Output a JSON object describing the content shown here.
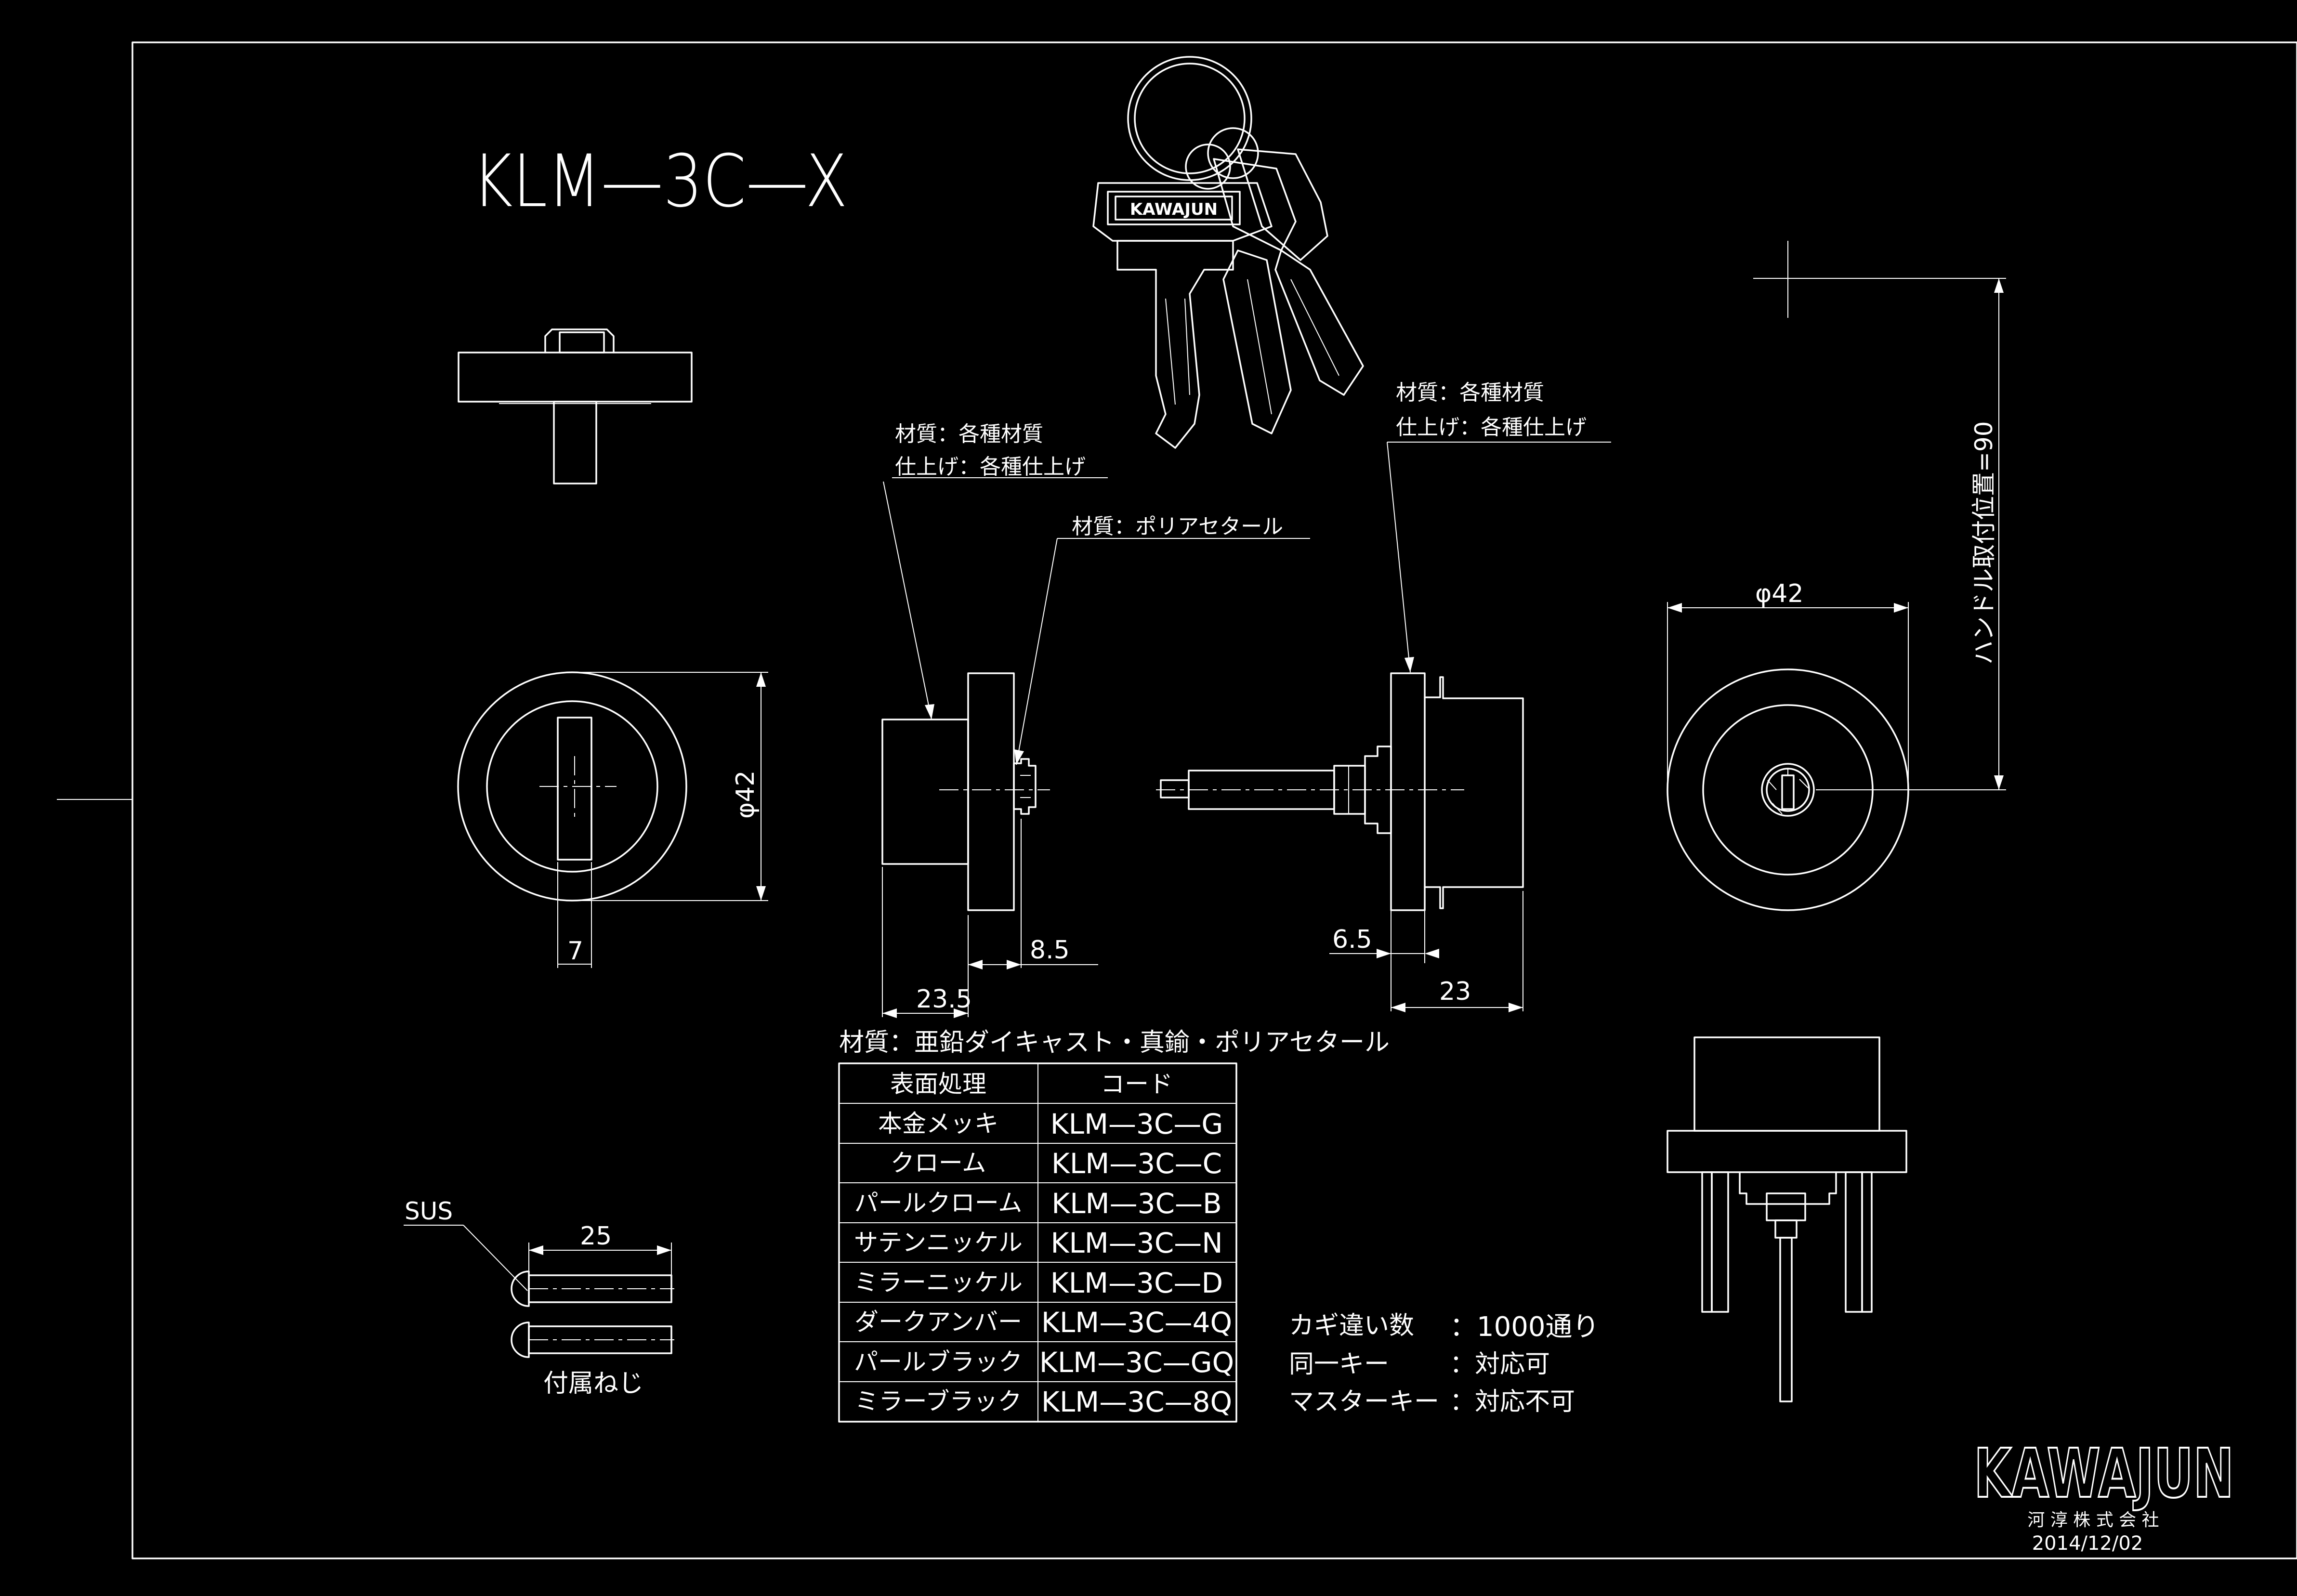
{
  "title": "KLM—3C—X",
  "key_brand": "KAWAJUN",
  "callouts": {
    "left_material": "材質：各種材質",
    "left_finish": "仕上げ：各種仕上げ",
    "polyacetal": "材質：ポリアセタール",
    "right_material": "材質：各種材質",
    "right_finish": "仕上げ：各種仕上げ"
  },
  "dimensions": {
    "diameter_left": "φ42",
    "width_7": "7",
    "dim_8_5": "8.5",
    "dim_23_5": "23.5",
    "dim_6_5": "6.5",
    "dim_23": "23",
    "diameter_right": "φ42",
    "handle_position": "ハンドル取付位置=90",
    "screw_length": "25"
  },
  "screws": {
    "material": "SUS",
    "label": "付属ねじ"
  },
  "material_note": "材質：亜鉛ダイキャスト・真鍮・ポリアセタール",
  "finish_table": {
    "headers": [
      "表面処理",
      "コード"
    ],
    "rows": [
      [
        "本金メッキ",
        "KLM—3C—G"
      ],
      [
        "クローム",
        "KLM—3C—C"
      ],
      [
        "パールクローム",
        "KLM—3C—B"
      ],
      [
        "サテンニッケル",
        "KLM—3C—N"
      ],
      [
        "ミラーニッケル",
        "KLM—3C—D"
      ],
      [
        "ダークアンバー",
        "KLM—3C—4Q"
      ],
      [
        "パールブラック",
        "KLM—3C—GQ"
      ],
      [
        "ミラーブラック",
        "KLM—3C—8Q"
      ]
    ]
  },
  "key_specs": [
    {
      "label": "カギ違い数",
      "value": "：1000通り"
    },
    {
      "label": "同一キー",
      "value": "：対応可"
    },
    {
      "label": "マスターキー",
      "value": "：対応不可"
    }
  ],
  "company": {
    "logo": "KAWAJUN",
    "name": "河 淳 株 式 会 社",
    "date": "2014/12/02"
  }
}
